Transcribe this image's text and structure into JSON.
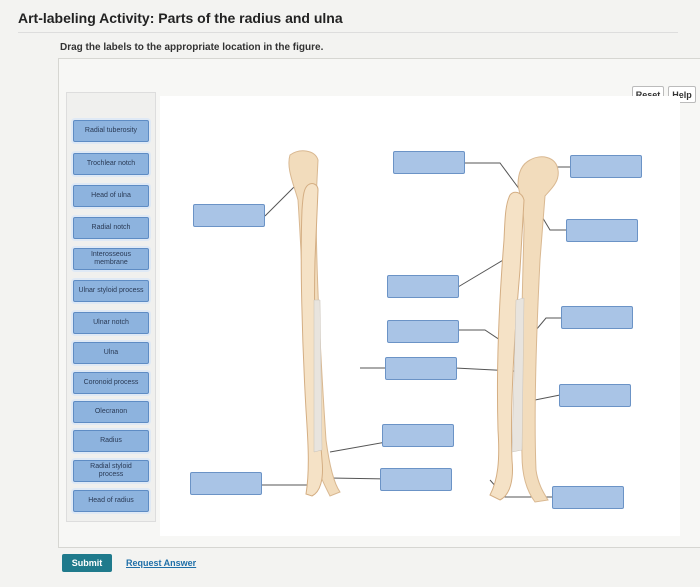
{
  "header": {
    "title": "Art-labeling Activity: Parts of the radius and ulna",
    "instruction": "Drag the labels to the appropriate location in the figure."
  },
  "toolbar": {
    "reset_label": "Reset",
    "help_label": "Help"
  },
  "labels": [
    "Radial tuberosity",
    "Trochlear notch",
    "Head of ulna",
    "Radial notch",
    "Interosseous membrane",
    "Ulnar styloid process",
    "Ulnar notch",
    "Ulna",
    "Coronoid process",
    "Olecranon",
    "Radius",
    "Radial styloid process",
    "Head of radius"
  ],
  "footer": {
    "submit_label": "Submit",
    "request_label": "Request Answer"
  },
  "colors": {
    "chip_fill": "#8db3de",
    "drop_fill": "#a9c4e6",
    "submit": "#1f7a8c",
    "bone": "#f0d9b5"
  }
}
